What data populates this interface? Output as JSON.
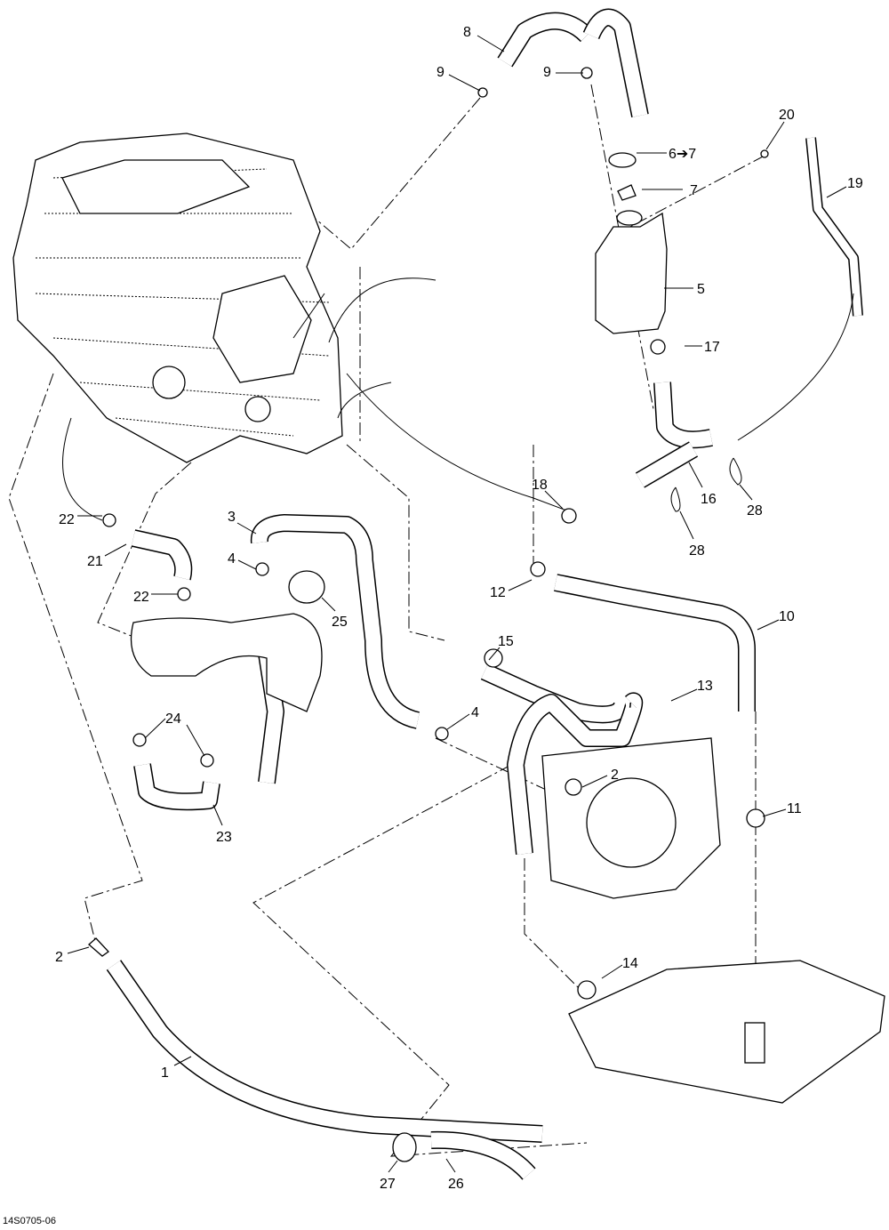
{
  "diagram_code": "14S0705-06",
  "callouts": [
    "8",
    "9",
    "9",
    "6➔7",
    "7",
    "20",
    "19",
    "5",
    "17",
    "18",
    "16",
    "28",
    "28",
    "22",
    "21",
    "3",
    "4",
    "22",
    "25",
    "12",
    "15",
    "10",
    "13",
    "4",
    "24",
    "23",
    "2",
    "11",
    "2",
    "14",
    "1",
    "27",
    "26"
  ]
}
